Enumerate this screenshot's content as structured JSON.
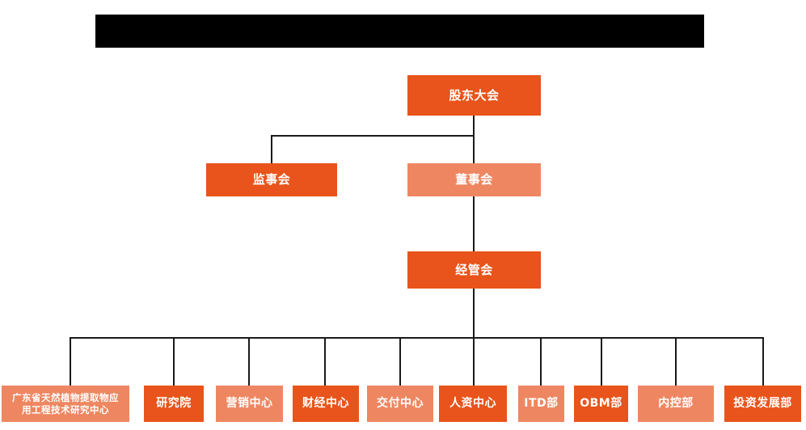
{
  "document": {
    "type": "organization-chart",
    "title_banner": {
      "label": "",
      "color": "#000000",
      "redacted": true
    },
    "palette": {
      "dark_orange": "#E8541B",
      "light_orange": "#EE8761",
      "connector": "#1a1a1a",
      "background": "#ffffff",
      "text": "#ffffff"
    }
  },
  "nodes": {
    "shareholders_meeting": {
      "label": "股东大会",
      "shade": "dark"
    },
    "board_of_supervisors": {
      "label": "监事会",
      "shade": "dark"
    },
    "board_of_directors": {
      "label": "董事会",
      "shade": "light"
    },
    "management_committee": {
      "label": "经管会",
      "shade": "dark"
    }
  },
  "departments": [
    {
      "label": "广东省天然植物提取物应\n用工程技术研究中心",
      "line1": "广东省天然植物提取物应",
      "line2": "用工程技术研究中心",
      "shade": "light"
    },
    {
      "label": "研究院",
      "shade": "dark"
    },
    {
      "label": "营销中心",
      "shade": "light"
    },
    {
      "label": "财经中心",
      "shade": "dark"
    },
    {
      "label": "交付中心",
      "shade": "light"
    },
    {
      "label": "人资中心",
      "shade": "dark"
    },
    {
      "label": "ITD部",
      "shade": "light"
    },
    {
      "label": "OBM部",
      "shade": "dark"
    },
    {
      "label": "内控部",
      "shade": "light"
    },
    {
      "label": "投资发展部",
      "shade": "dark"
    }
  ]
}
